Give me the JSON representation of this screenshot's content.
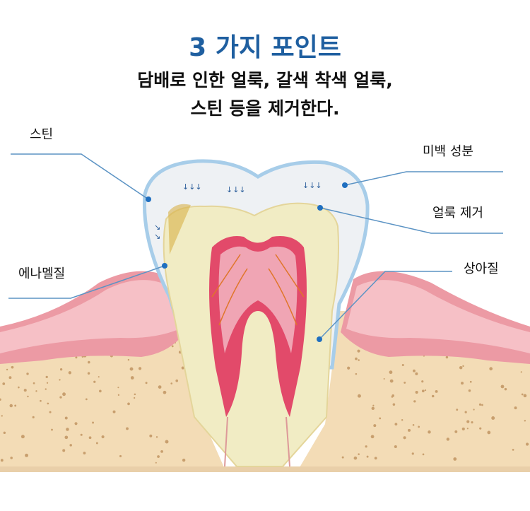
{
  "header": {
    "title": "3 가지 포인트",
    "subtitle_line1": "담배로 인한 얼룩, 갈색 착색 얼룩,",
    "subtitle_line2": "스틴 등을 제거한다."
  },
  "labels": {
    "stain": "스틴",
    "whitening": "미백 성분",
    "stain_removal": "얼룩 제거",
    "enamel": "에나멜질",
    "dentin": "상아질"
  },
  "colors": {
    "title": "#1f5fa0",
    "leader_line": "#5b93c4",
    "gum": "#e98c98",
    "bone": "#f3dcb6",
    "dentin": "#f1ecc4",
    "pulp": "#e24a6a"
  }
}
